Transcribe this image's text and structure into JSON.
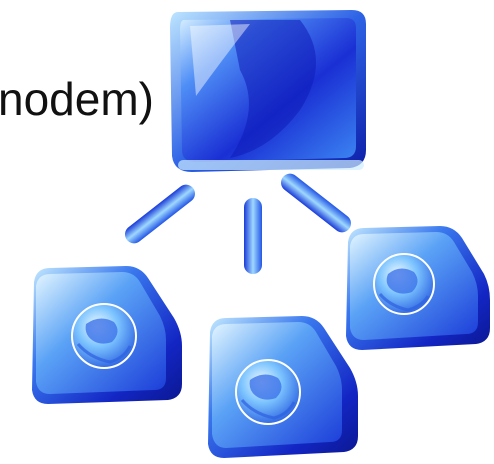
{
  "diagram": {
    "label_text": "nodem)",
    "hub_icon": "hub-box-icon",
    "node_icon": "globe-node-icon",
    "connector_icon": "link-bar-icon",
    "colors": {
      "deep_blue": "#1020c8",
      "mid_blue": "#2f6cf0",
      "light_blue": "#9fd6ff",
      "edge_highlight": "#e8f6ff",
      "text": "#111111"
    },
    "nodes": [
      {
        "id": "hub",
        "kind": "hub"
      },
      {
        "id": "left-node",
        "kind": "globe"
      },
      {
        "id": "bottom-node",
        "kind": "globe"
      },
      {
        "id": "right-node",
        "kind": "globe"
      }
    ]
  }
}
